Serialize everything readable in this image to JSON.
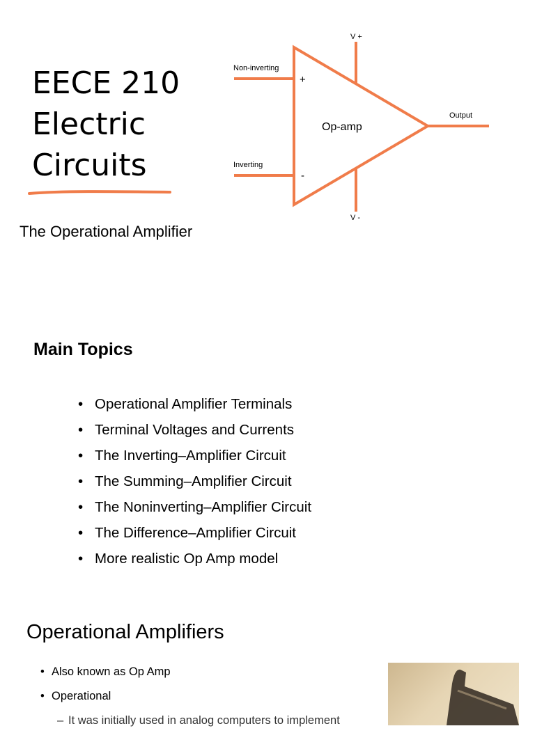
{
  "slide1": {
    "title_lines": [
      "EECE 210",
      "Electric",
      "Circuits"
    ],
    "subtitle": "The Operational Amplifier",
    "accent_color": "#f07c4a",
    "diagram": {
      "center_label": "Op-amp",
      "noninverting_label": "Non-inverting",
      "inverting_label": "Inverting",
      "output_label": "Output",
      "vplus_label": "V +",
      "vminus_label": "V -",
      "plus_sign": "+",
      "minus_sign": "-"
    }
  },
  "slide2": {
    "heading": "Main Topics",
    "topics": [
      "Operational Amplifier Terminals",
      "Terminal Voltages and Currents",
      "The Inverting–Amplifier Circuit",
      "The Summing–Amplifier Circuit",
      "The Noninverting–Amplifier Circuit",
      "The Difference–Amplifier Circuit",
      "More realistic Op Amp model"
    ]
  },
  "slide3": {
    "heading": "Operational Amplifiers",
    "bullets": [
      "Also known as Op Amp",
      "Operational"
    ],
    "sub_bullet": "It was initially used in analog computers to implement"
  }
}
